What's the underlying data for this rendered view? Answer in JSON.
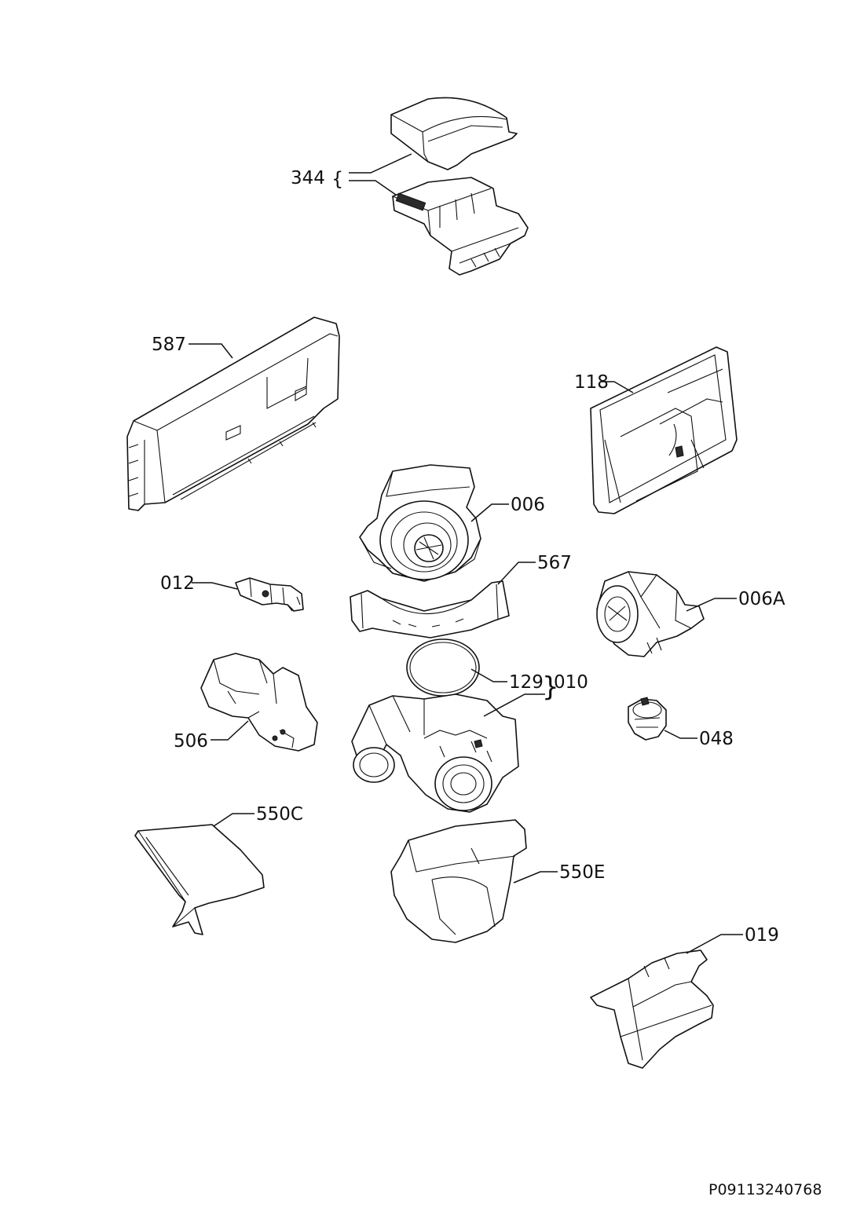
{
  "labels": {
    "p344": "344",
    "p587": "587",
    "p118": "118",
    "p006": "006",
    "p567": "567",
    "p012": "012",
    "p006A": "006A",
    "p129": "129",
    "p010": "010",
    "p048": "048",
    "p506": "506",
    "p550C": "550C",
    "p550E": "550E",
    "p019": "019"
  },
  "document_id": "P09113240768"
}
